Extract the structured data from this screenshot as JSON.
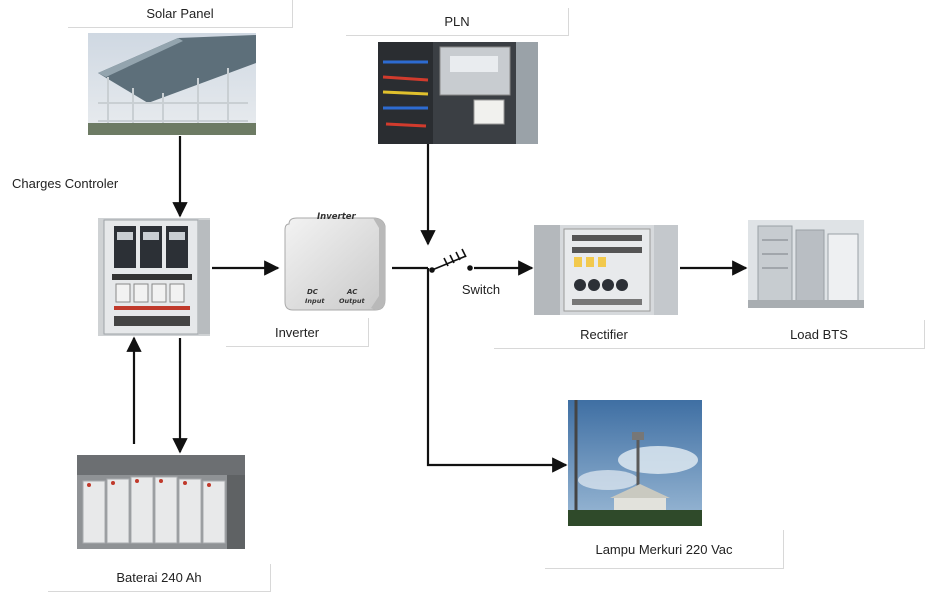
{
  "nodes": {
    "solar_panel": "Solar Panel",
    "pln": "PLN",
    "charges_controler": "Charges Controler",
    "inverter_box_title": "Inverter",
    "inverter_dc": "DC",
    "inverter_dc_sub": "Input",
    "inverter_ac": "AC",
    "inverter_ac_sub": "Output",
    "inverter": "Inverter",
    "switch": "Switch",
    "rectifier": "Rectifier",
    "load_bts": "Load BTS",
    "lampu": "Lampu Merkuri 220 Vac",
    "baterai": "Baterai 240 Ah"
  },
  "colors": {
    "wire": "#111111",
    "label_border": "#d8d8d8"
  },
  "icons": [
    "switch-icon"
  ]
}
